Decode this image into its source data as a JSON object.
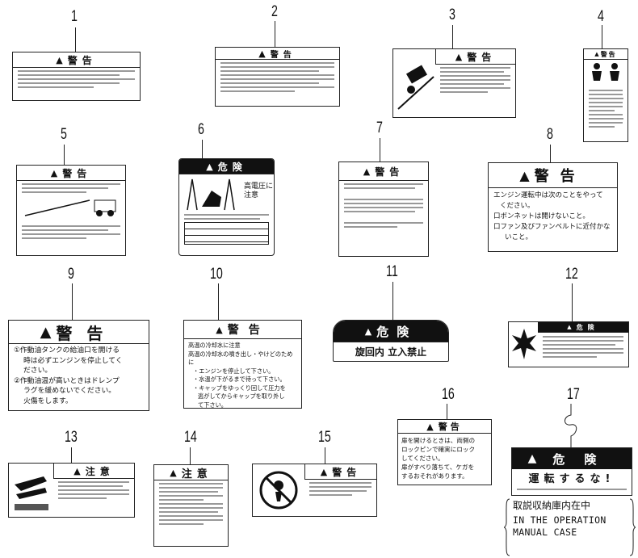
{
  "labels": {
    "l1": {
      "num": "1",
      "title": "警告"
    },
    "l2": {
      "num": "2",
      "title": "警告"
    },
    "l3": {
      "num": "3",
      "title": "警告"
    },
    "l4": {
      "num": "4",
      "title": "警告"
    },
    "l5": {
      "num": "5",
      "title": "警告"
    },
    "l6": {
      "num": "6",
      "title": "危険",
      "side": "高電圧に注意"
    },
    "l7": {
      "num": "7",
      "title": "警告"
    },
    "l8": {
      "num": "8",
      "title": "警告",
      "lines": [
        "エンジン運転中は次のことをやって",
        "ください。",
        "口ボンネットは開けないこと。",
        "口ファン及びファンベルトに近付かな",
        "いこと。"
      ]
    },
    "l9": {
      "num": "9",
      "title": "警告",
      "lines": [
        "①作動油タンクの給油口を開ける",
        "時は必ずエンジンを停止してく",
        "ださい。",
        "②作動油温が高いときはドレンプ",
        "ラグを緩めないでください。",
        "火傷をします。"
      ]
    },
    "l10": {
      "num": "10",
      "title": "警告",
      "lines": [
        "高温の冷却水に注意",
        "高温の冷却水の噴き出し・やけどのために",
        "・エンジンを停止して下さい。",
        "・水温が下がるまで待って下さい。",
        "・キャップをゆっくり回して圧力を",
        "逃がしてからキャップを取り外し",
        "て下さい。"
      ]
    },
    "l11": {
      "num": "11",
      "title": "危険",
      "body": "旋回内 立入禁止"
    },
    "l12": {
      "num": "12",
      "title": "危険"
    },
    "l13": {
      "num": "13",
      "title": "注意"
    },
    "l14": {
      "num": "14",
      "title": "注意"
    },
    "l15": {
      "num": "15",
      "title": "警告"
    },
    "l16": {
      "num": "16",
      "title": "警告",
      "lines": [
        "扉を開けるときは、両側の",
        "ロックピンで確実にロック",
        "してください。",
        "扉がすべり落ちて、ケガを",
        "するおそれがあります。"
      ]
    },
    "l17": {
      "num": "17",
      "title": "危険",
      "body": "運転するな!"
    }
  },
  "manual_case": {
    "jp": "取説収納庫内在中",
    "en1": "IN THE OPERATION",
    "en2": "MANUAL CASE"
  },
  "icons": [
    "warning-triangle-icon"
  ]
}
